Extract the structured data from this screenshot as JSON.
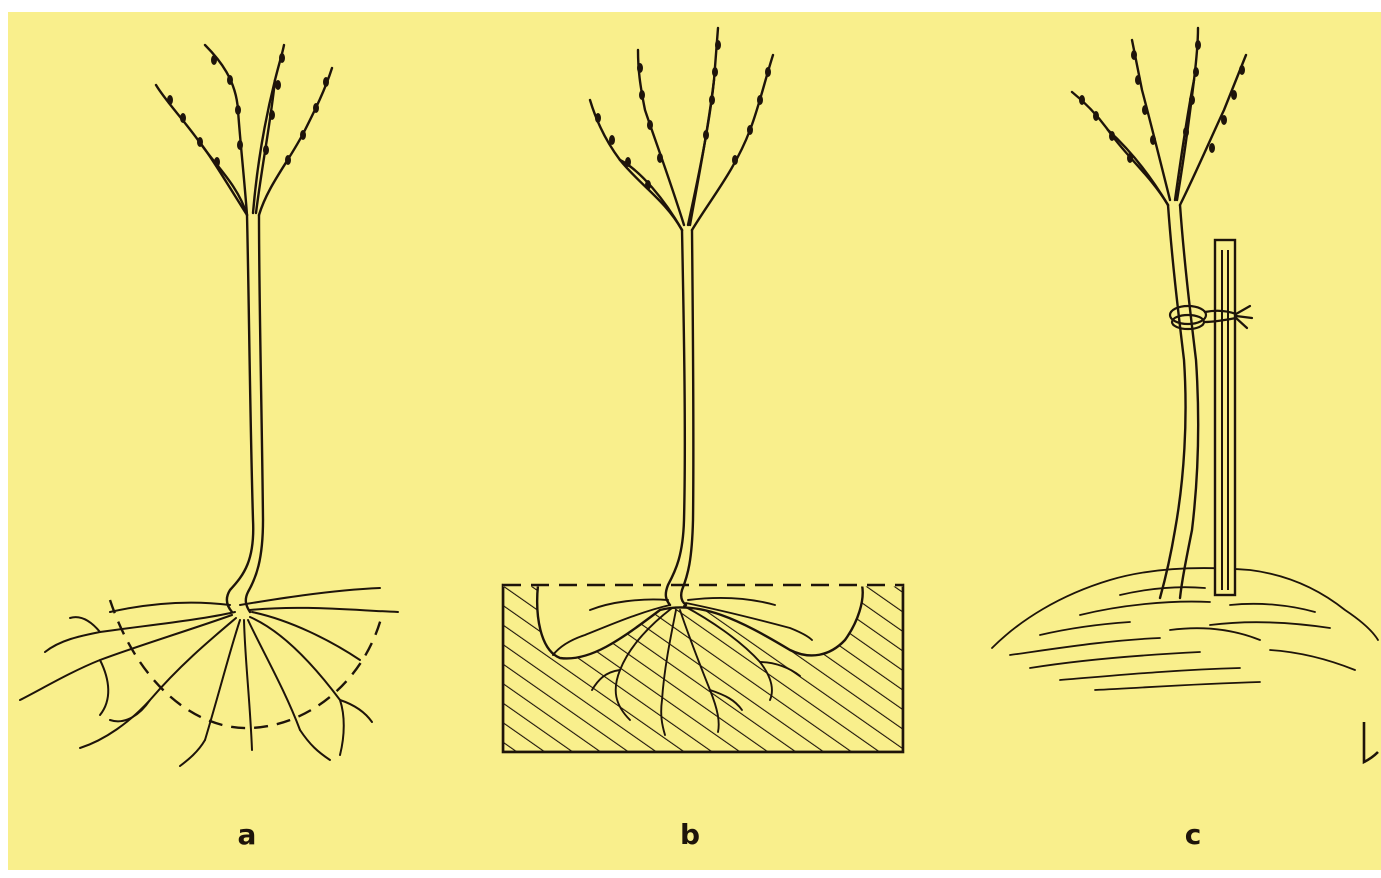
{
  "panels": [
    {
      "label": "a"
    },
    {
      "label": "b"
    },
    {
      "label": "c"
    }
  ],
  "colors": {
    "paper": "#f9ef8c",
    "ink": "#1e140a",
    "page_background": "#ffffff"
  }
}
